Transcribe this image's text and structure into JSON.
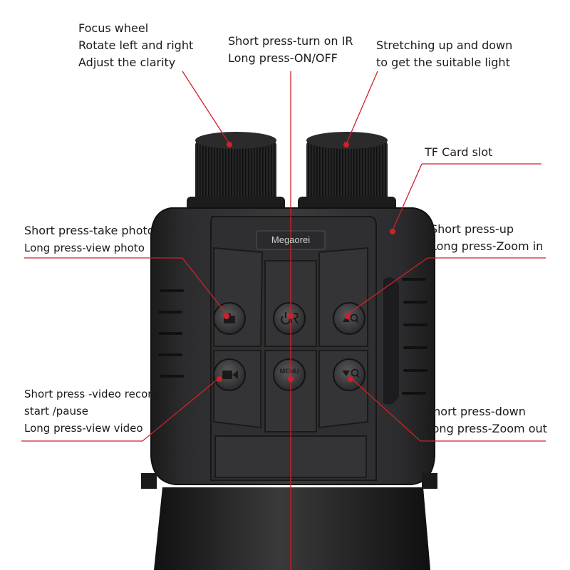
{
  "brand": "Megaorei",
  "accent_color": "#d0202a",
  "callouts": {
    "focus_wheel": [
      "Focus wheel",
      "Rotate left and right",
      "Adjust the clarity"
    ],
    "ir_power": [
      "Short press-turn on IR",
      "Long press-ON/OFF"
    ],
    "stretch": [
      "Stretching up and down",
      "to get the suitable light"
    ],
    "tf_card": [
      "TF Card slot"
    ],
    "photo": [
      "Short press-take photo",
      "Long press-view photo"
    ],
    "up_zoom_in": [
      "Short press-up",
      "Long press-Zoom in"
    ],
    "video": [
      "Short press -video record",
      "start /pause",
      "Long press-view video"
    ],
    "down_zoom_out": [
      "Short press-down",
      "Long press-Zoom out"
    ]
  },
  "button_marks": {
    "menu": "MENU"
  },
  "icons": [
    "camera-icon",
    "power-ir-icon",
    "up-zoom-in-icon",
    "video-icon",
    "menu-icon",
    "down-zoom-out-icon"
  ]
}
